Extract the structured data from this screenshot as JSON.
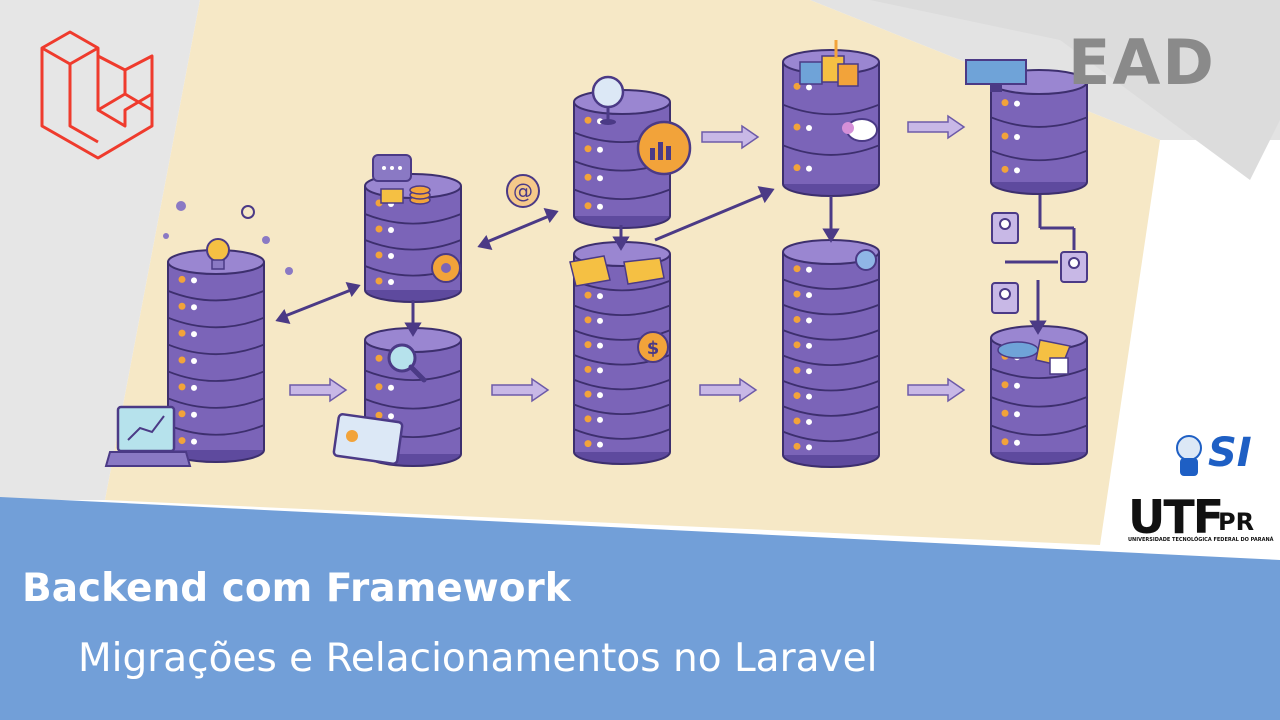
{
  "title": "Backend com Framework",
  "subtitle": "Migrações e Relacionamentos no Laravel",
  "badge": "EAD",
  "logos": {
    "laravel": "laravel-logo",
    "si": "SI",
    "utfpr_main": "UTF",
    "utfpr_suffix": "PR",
    "utfpr_caption": "UNIVERSIDADE TECNOLÓGICA FEDERAL DO PARANÁ"
  },
  "colors": {
    "banner_blue": "#729fd8",
    "illustration_bg": "#f6e8c6",
    "database_purple": "#7b64b8",
    "accent_orange": "#f2a33a",
    "laravel_red": "#ef3b2d",
    "ead_gray": "#8a8a8a"
  },
  "icons": [
    "lightbulb-icon",
    "laptop-chart-icon",
    "chat-bubble-icon",
    "coins-icon",
    "gear-icon",
    "magnifier-icon",
    "at-sign-icon",
    "chart-icon",
    "dollar-icon",
    "cubes-icon",
    "user-card-icon",
    "monitor-icon"
  ]
}
